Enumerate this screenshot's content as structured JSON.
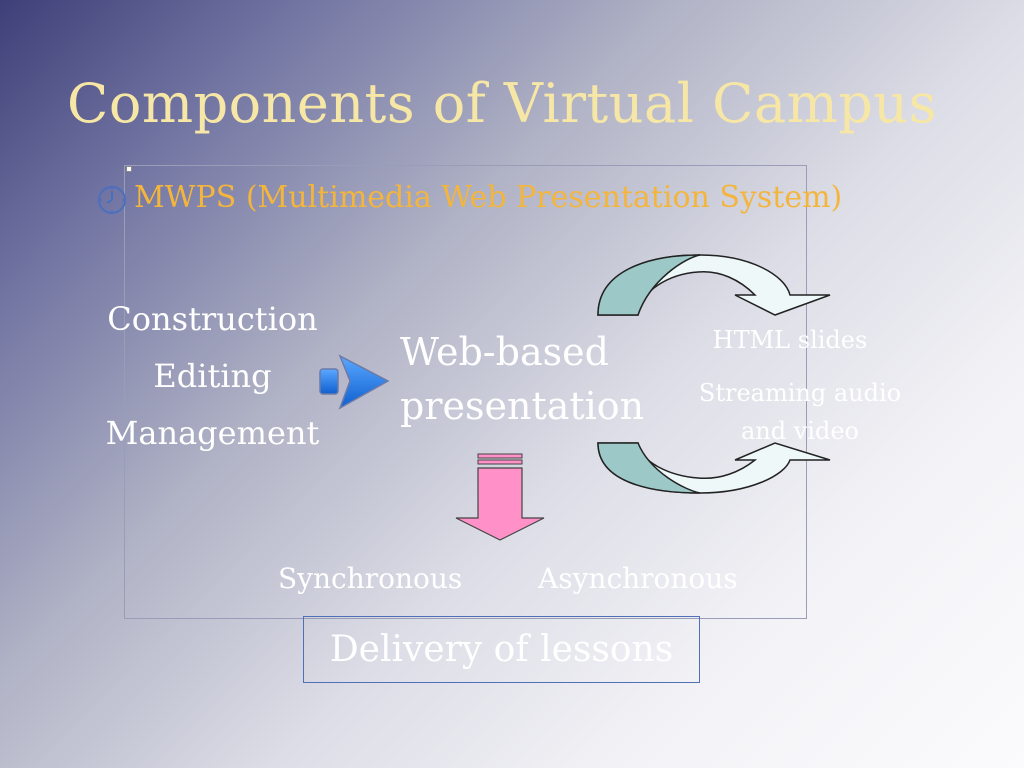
{
  "slide": {
    "title": "Components of Virtual Campus",
    "subtitle": "MWPS (Multimedia Web Presentation System)",
    "bullet_icon": "clock-icon"
  },
  "diagram": {
    "inputs": [
      "Construction",
      "Editing",
      "Management"
    ],
    "center_line1": "Web-based",
    "center_line2": "presentation",
    "outputs": {
      "html_slides": "HTML slides",
      "streaming_line1": "Streaming audio",
      "streaming_line2": "and video"
    },
    "modes": {
      "synchronous": "Synchronous",
      "asynchronous": "Asynchronous"
    },
    "delivery": "Delivery of lessons"
  },
  "colors": {
    "title": "#f6e7a6",
    "subtitle": "#f4b53c",
    "blue_arrow": "#1e7be6",
    "pink_arrow": "#ff90c8",
    "curved_arrow_fill": "#9dc8c8"
  }
}
